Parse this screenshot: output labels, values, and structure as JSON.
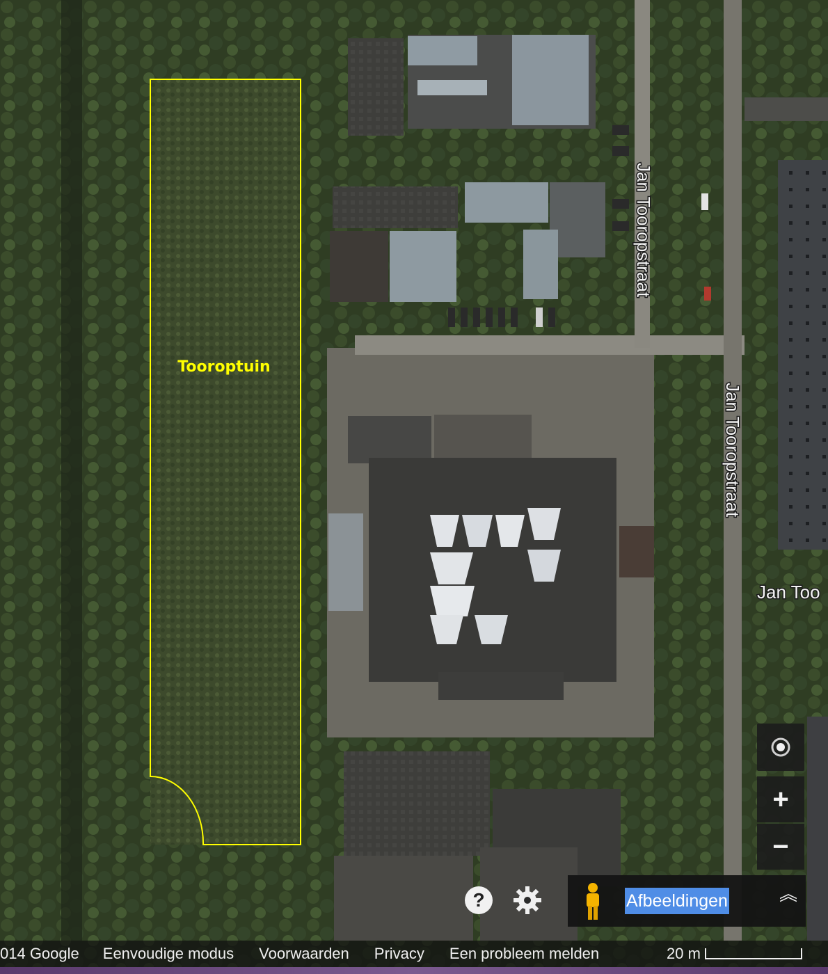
{
  "map": {
    "plot_label": "Tooroptuin",
    "street_labels": [
      "Jan Tooropstraat",
      "Jan Tooropstraat",
      "Jan Too"
    ]
  },
  "controls": {
    "images_label": "Afbeeldingen",
    "help_glyph": "?",
    "zoom_in_glyph": "+",
    "zoom_out_glyph": "−",
    "expand_glyph": "︽",
    "icons": [
      "locate-icon",
      "zoom-in-icon",
      "zoom-out-icon",
      "help-icon",
      "gear-icon",
      "pegman-icon",
      "expand-icon"
    ]
  },
  "footer": {
    "copyright": "014 Google",
    "links": [
      "Eenvoudige modus",
      "Voorwaarden",
      "Privacy",
      "Een probleem melden"
    ],
    "scale_label": "20 m"
  },
  "colors": {
    "outline": "#ffff00",
    "selection": "#4f8de6"
  }
}
